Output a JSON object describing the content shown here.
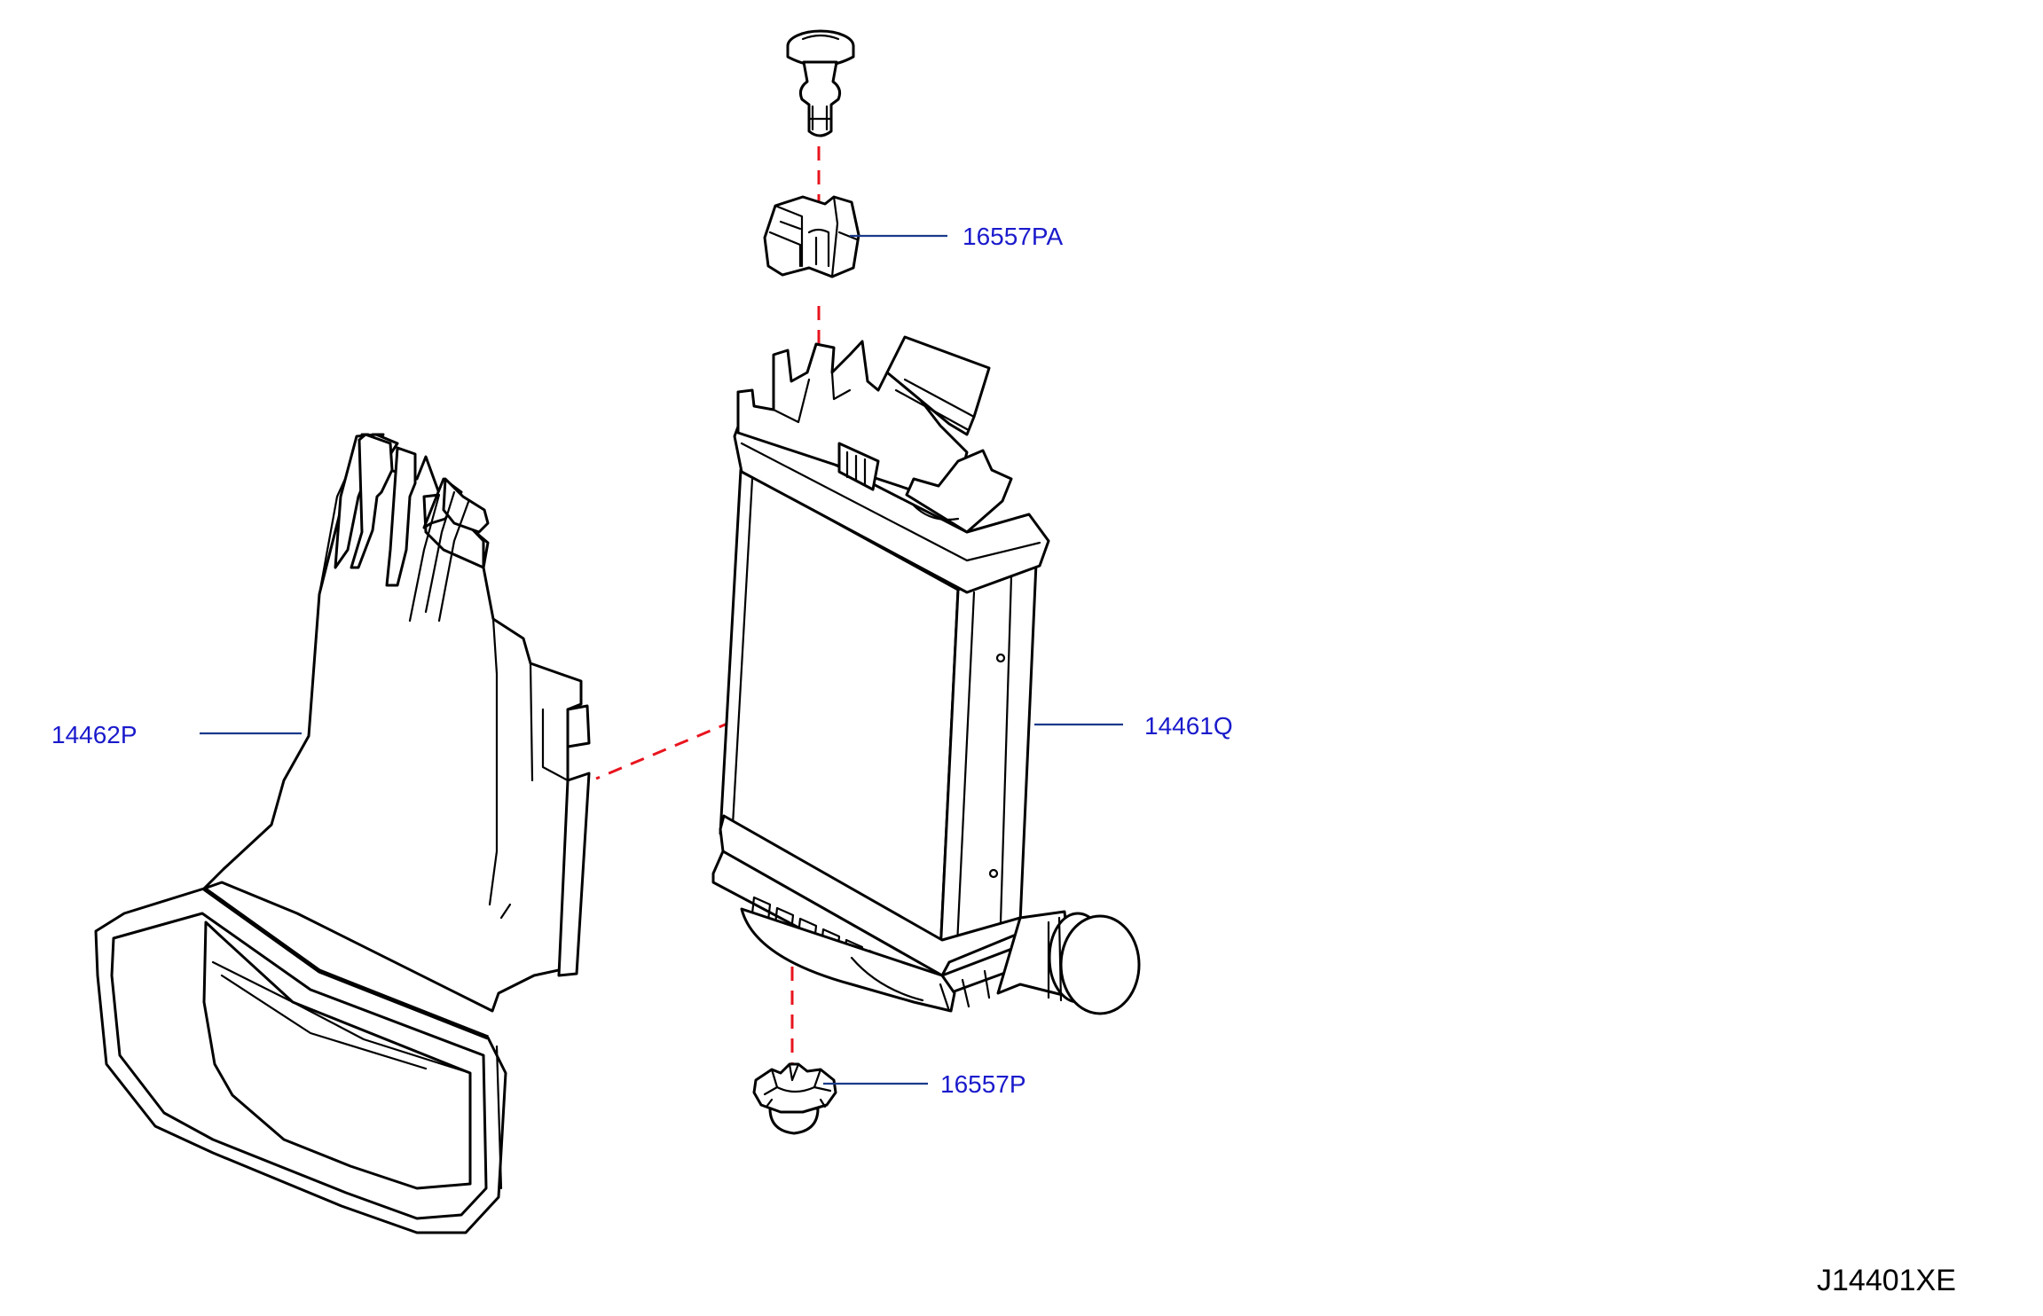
{
  "colors": {
    "label_text": "#1a1acc",
    "leader_line": "#1a3a8a",
    "assembly_line": "#e8141e",
    "part_outline": "#000000",
    "background": "#ffffff",
    "diagram_id_text": "#000000"
  },
  "labels": {
    "clip_upper": "16557PA",
    "intercooler": "14461Q",
    "air_duct": "14462P",
    "clip_lower": "16557P"
  },
  "diagram_id": "J14401XE"
}
